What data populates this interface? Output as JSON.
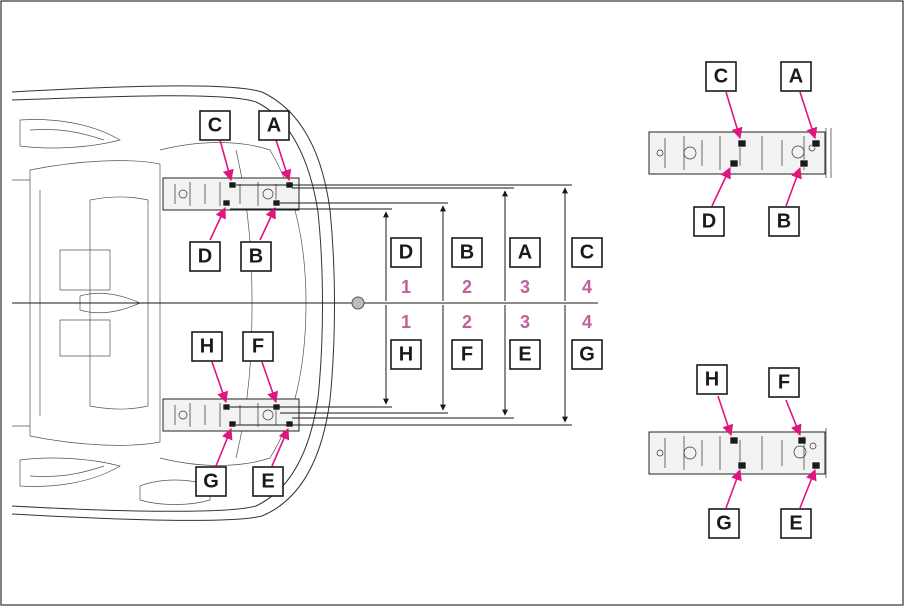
{
  "labels": {
    "A": "A",
    "B": "B",
    "C": "C",
    "D": "D",
    "E": "E",
    "F": "F",
    "G": "G",
    "H": "H"
  },
  "numbers": {
    "n1": "1",
    "n2": "2",
    "n3": "3",
    "n4": "4"
  },
  "colors": {
    "accent": "#e0157f",
    "number": "#c2609a",
    "line": "#1a1a1a"
  },
  "icons": {
    "reference-point": "reference-point-icon"
  }
}
